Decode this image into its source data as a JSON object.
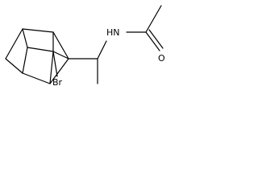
{
  "molecule": {
    "atoms": {
      "nitrogen": "HN",
      "oxygen": "O",
      "bromine": "Br"
    }
  },
  "colors": {
    "bond": "#000000",
    "background": "#ffffff"
  }
}
